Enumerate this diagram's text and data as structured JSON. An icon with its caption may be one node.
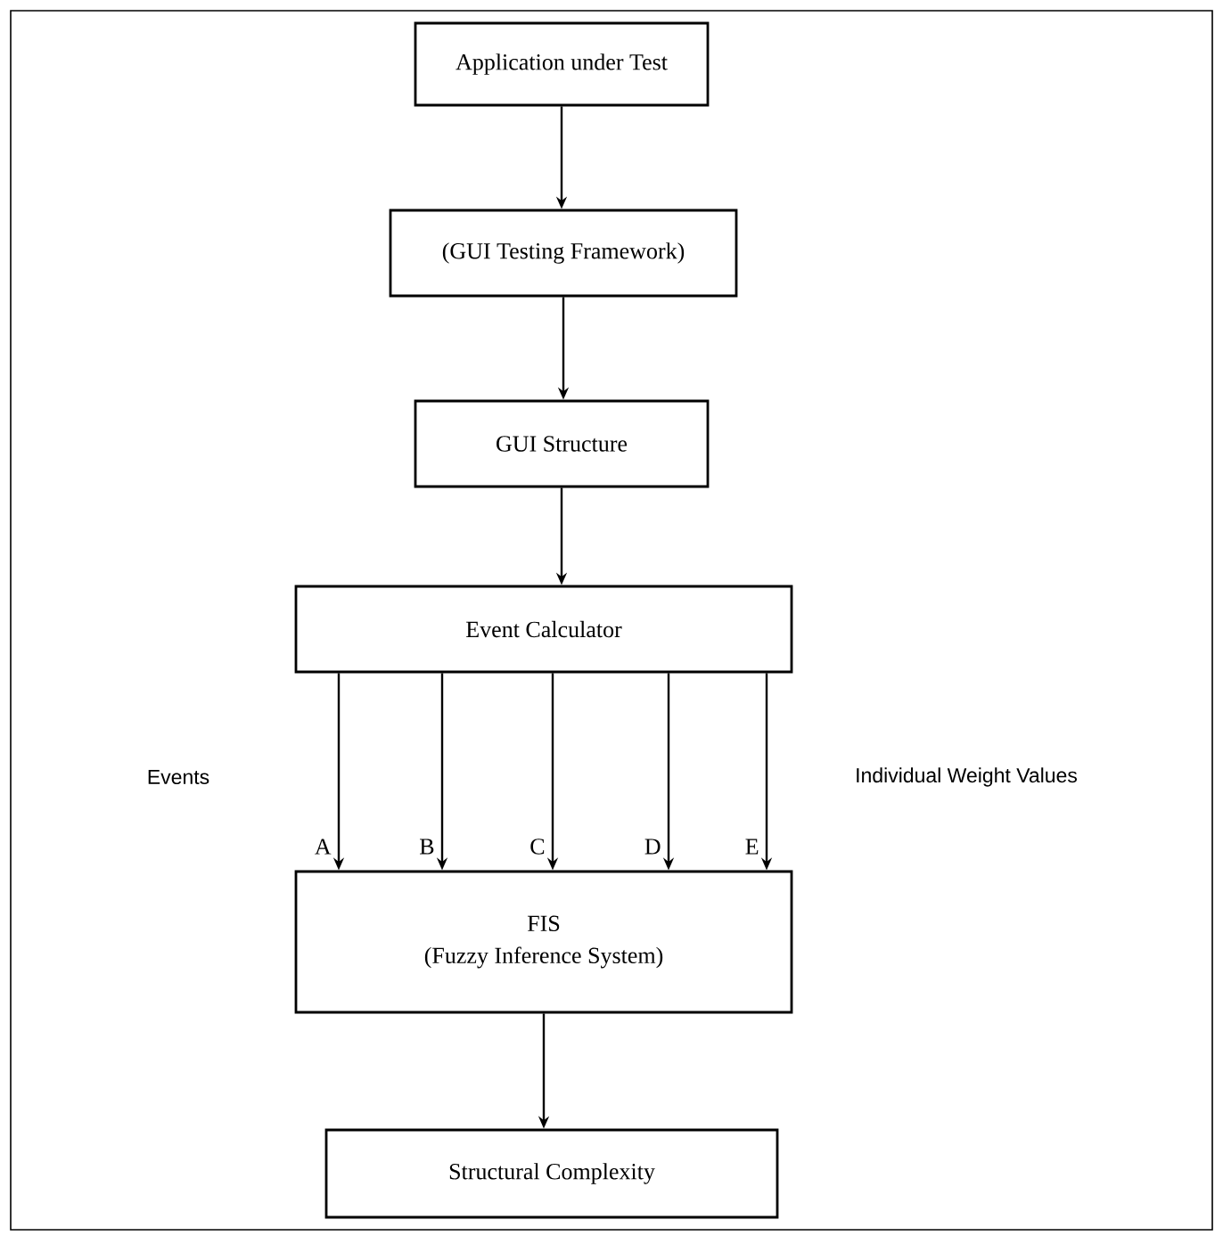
{
  "diagram": {
    "nodes": [
      {
        "text": [
          "Application under Test"
        ]
      },
      {
        "text": [
          "(GUI Testing Framework)"
        ]
      },
      {
        "text": [
          "GUI Structure"
        ]
      },
      {
        "text": [
          "Event Calculator"
        ]
      },
      {
        "text": [
          "FIS",
          "(Fuzzy Inference System)"
        ]
      },
      {
        "text": [
          "Structural Complexity"
        ]
      }
    ],
    "edges": [
      {
        "from": 0,
        "to": 1,
        "arrow": "to"
      },
      {
        "from": 1,
        "to": 2,
        "arrow": "to"
      },
      {
        "from": 2,
        "to": 3,
        "arrow": "to"
      },
      {
        "from": 3,
        "to": 4,
        "arrow": "to",
        "label": "A"
      },
      {
        "from": 3,
        "to": 4,
        "arrow": "to",
        "label": "B"
      },
      {
        "from": 3,
        "to": 4,
        "arrow": "to",
        "label": "C"
      },
      {
        "from": 3,
        "to": 4,
        "arrow": "to",
        "label": "D"
      },
      {
        "from": 3,
        "to": 4,
        "arrow": "to",
        "label": "E"
      },
      {
        "from": 4,
        "to": 5,
        "arrow": "to"
      }
    ],
    "labels": [
      "Events",
      "Individual Weight Values"
    ]
  }
}
